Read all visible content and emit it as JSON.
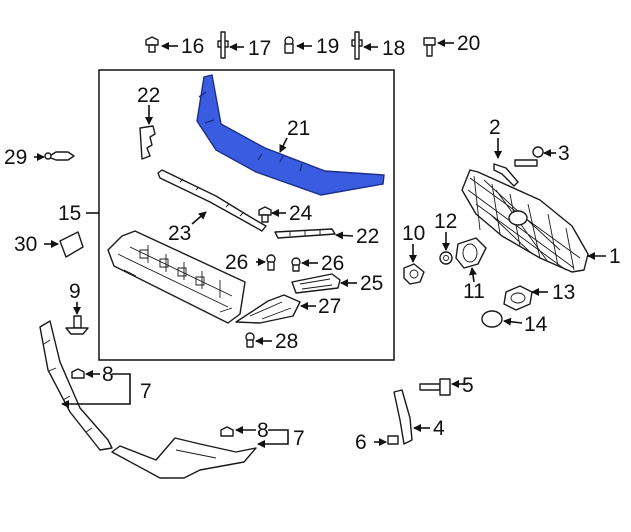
{
  "colors": {
    "highlight": "#3a5ce0",
    "highlight_edge": "#1d2f8a",
    "line": "#111111",
    "background": "#ffffff"
  },
  "callouts": [
    "1",
    "2",
    "3",
    "4",
    "5",
    "6",
    "7",
    "7",
    "8",
    "8",
    "9",
    "10",
    "11",
    "12",
    "13",
    "14",
    "15",
    "16",
    "17",
    "18",
    "19",
    "20",
    "21",
    "22",
    "22",
    "23",
    "24",
    "25",
    "26",
    "26",
    "27",
    "28",
    "29",
    "30"
  ],
  "highlighted_part": "21"
}
